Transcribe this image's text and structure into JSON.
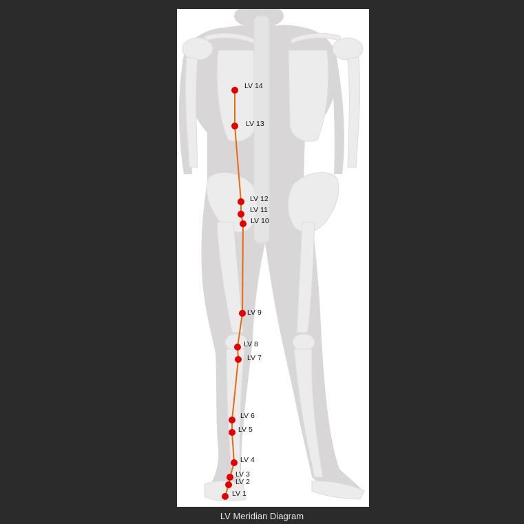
{
  "caption": "LV Meridian Diagram",
  "colors": {
    "background": "#2b2b2b",
    "panel": "#ffffff",
    "silhouette": "#d9d6d7",
    "bone": "#ececec",
    "meridian_line": "#e86a10",
    "point": "#e00000"
  },
  "points": [
    {
      "id": "lv14",
      "label": "LV 14"
    },
    {
      "id": "lv13",
      "label": "LV 13"
    },
    {
      "id": "lv12",
      "label": "LV 12"
    },
    {
      "id": "lv11",
      "label": "LV 11"
    },
    {
      "id": "lv10",
      "label": "LV 10"
    },
    {
      "id": "lv9",
      "label": "LV  9"
    },
    {
      "id": "lv8",
      "label": "LV 8"
    },
    {
      "id": "lv7",
      "label": "LV 7"
    },
    {
      "id": "lv6",
      "label": "LV 6"
    },
    {
      "id": "lv5",
      "label": "LV 5"
    },
    {
      "id": "lv4",
      "label": "LV 4"
    },
    {
      "id": "lv3",
      "label": "LV 3"
    },
    {
      "id": "lv2",
      "label": "LV 2"
    },
    {
      "id": "lv1",
      "label": "LV 1"
    }
  ]
}
